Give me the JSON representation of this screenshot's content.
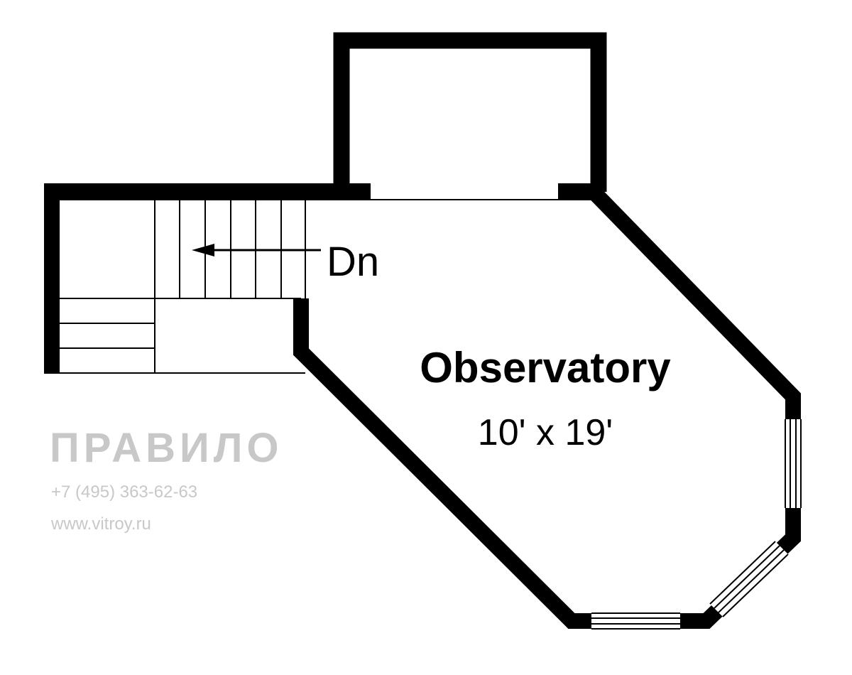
{
  "plan": {
    "stair_label": "Dn",
    "room_name": "Observatory",
    "room_size": "10' x 19'"
  },
  "watermark": {
    "brand": "ПРАВИЛО",
    "phone": "+7 (495) 363-62-63",
    "url": "www.vitroy.ru"
  },
  "colors": {
    "wall": "#000000",
    "background": "#ffffff",
    "watermark": "#c8c8c8"
  }
}
